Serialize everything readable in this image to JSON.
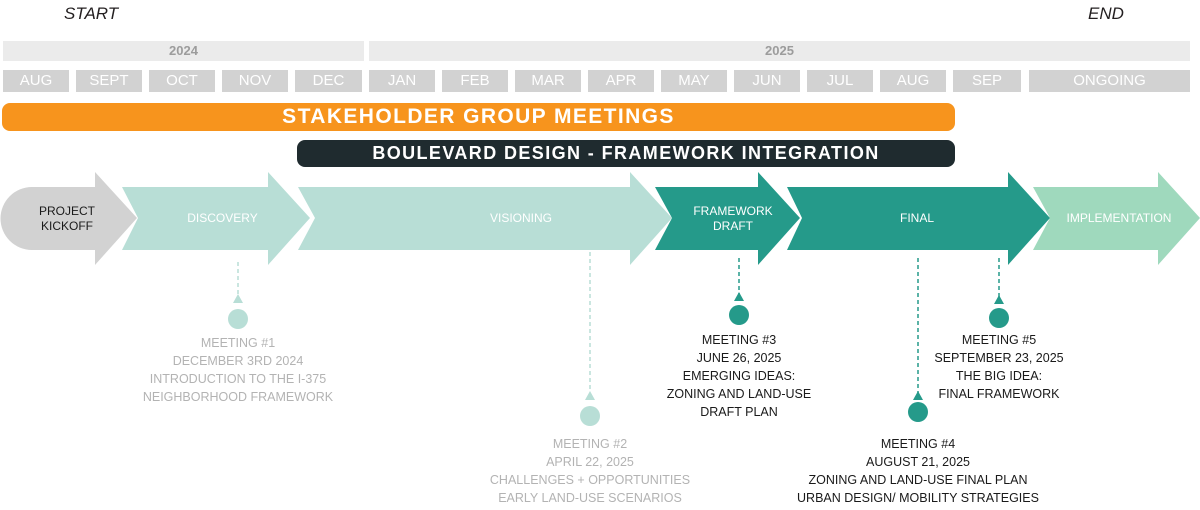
{
  "timeline": {
    "start_label": "START",
    "end_label": "END",
    "years": [
      "2024",
      "2025"
    ],
    "months": [
      "AUG",
      "SEPT",
      "OCT",
      "NOV",
      "DEC",
      "JAN",
      "FEB",
      "MAR",
      "APR",
      "MAY",
      "JUN",
      "JUL",
      "AUG",
      "SEP",
      "ONGOING"
    ]
  },
  "bars": {
    "stakeholder": "STAKEHOLDER GROUP MEETINGS",
    "boulevard": "BOULEVARD DESIGN - FRAMEWORK INTEGRATION"
  },
  "phases": [
    {
      "line1": "PROJECT",
      "line2": "KICKOFF"
    },
    {
      "line1": "DISCOVERY"
    },
    {
      "line1": "VISIONING"
    },
    {
      "line1": "FRAMEWORK",
      "line2": "DRAFT"
    },
    {
      "line1": "FINAL"
    },
    {
      "line1": "IMPLEMENTATION"
    }
  ],
  "colors": {
    "kickoff": "#d2d2d2",
    "light_teal": "#b8ded6",
    "dark_teal": "#259a8a",
    "implementation": "#9fd9bd",
    "orange": "#f7941d",
    "dark_bar": "#1f2b2f"
  },
  "meetings": [
    {
      "l1": "MEETING #1",
      "l2": "DECEMBER 3RD 2024",
      "l3": "INTRODUCTION TO THE I-375",
      "l4": "NEIGHBORHOOD FRAMEWORK"
    },
    {
      "l1": "MEETING #2",
      "l2": "APRIL 22, 2025",
      "l3": "CHALLENGES + OPPORTUNITIES",
      "l4": "EARLY LAND-USE SCENARIOS"
    },
    {
      "l1": "MEETING #3",
      "l2": "JUNE 26, 2025",
      "l3": "EMERGING IDEAS:",
      "l4": "ZONING AND LAND-USE",
      "l5": "DRAFT PLAN"
    },
    {
      "l1": "MEETING #4",
      "l2": "AUGUST 21, 2025",
      "l3": "ZONING AND LAND-USE FINAL PLAN",
      "l4": "URBAN DESIGN/ MOBILITY STRATEGIES"
    },
    {
      "l1": "MEETING #5",
      "l2": "SEPTEMBER 23, 2025",
      "l3": "THE BIG IDEA:",
      "l4": "FINAL FRAMEWORK"
    }
  ]
}
